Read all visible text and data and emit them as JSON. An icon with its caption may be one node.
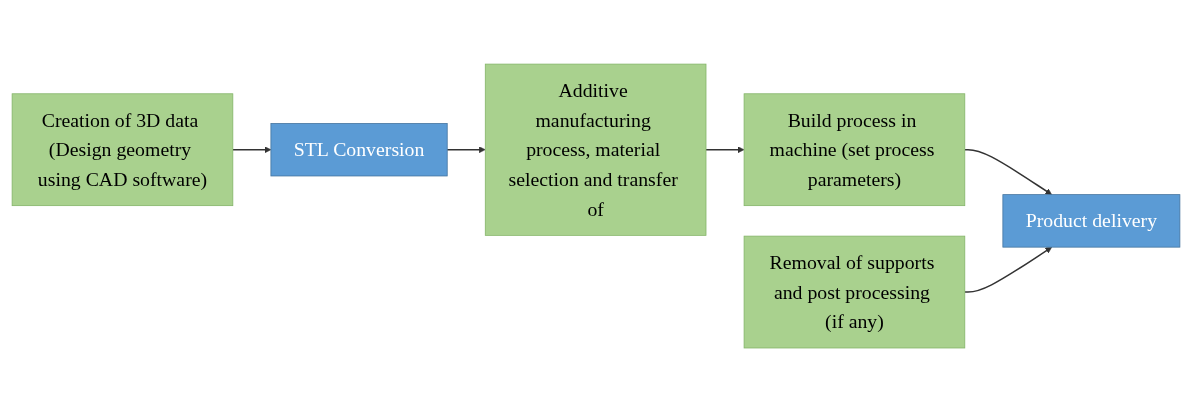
{
  "diagram": {
    "nodes": [
      {
        "text": [
          "Creation of 3D data (Design geometry using CAD software)"
        ]
      },
      {
        "text": [
          "Additive manufacturing process, material selection and transfer of"
        ]
      },
      {
        "text": [
          "Build process in machine (set process parameters)"
        ]
      },
      {
        "text": [
          "Removal of supports and post processing (if any)"
        ]
      },
      {
        "text": [
          "STL Conversion"
        ]
      },
      {
        "text": [
          "Product delivery"
        ]
      }
    ],
    "edges": [
      {
        "from": 0,
        "to": 4,
        "arrow": "to"
      },
      {
        "from": 4,
        "to": 1,
        "arrow": "to"
      },
      {
        "from": 1,
        "to": 2,
        "arrow": "to"
      },
      {
        "from": 2,
        "to": 5,
        "arrow": "to"
      },
      {
        "from": 3,
        "to": 5,
        "arrow": "to"
      }
    ]
  }
}
